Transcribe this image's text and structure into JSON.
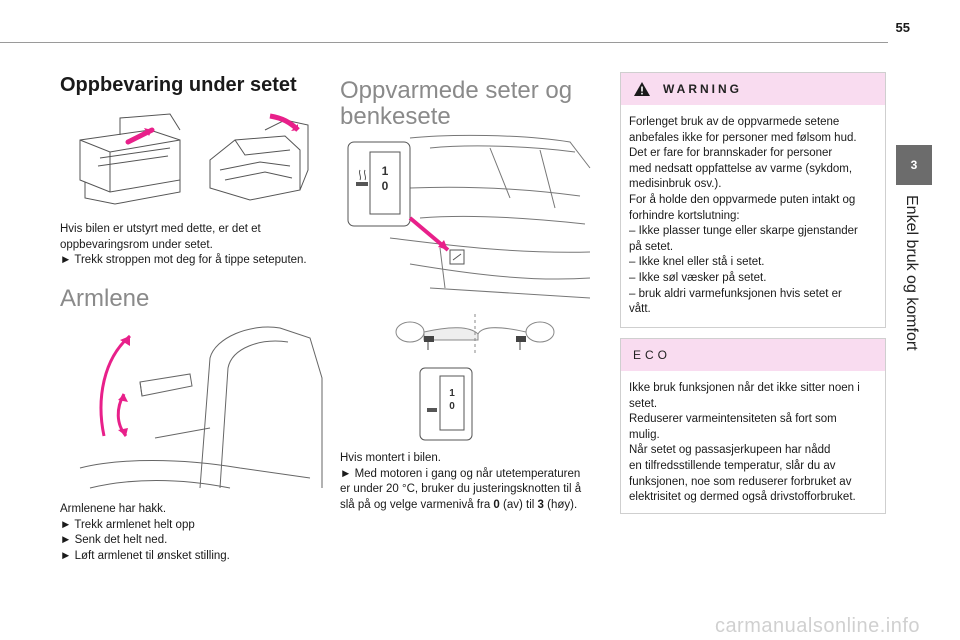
{
  "page_number": "55",
  "chapter": {
    "number": "3",
    "title": "Enkel bruk og komfort"
  },
  "storage": {
    "heading": "Oppbevaring under setet",
    "text": [
      "Hvis bilen er utstyrt med dette, er det et",
      "oppbevaringsrom under setet.",
      "► Trekk stroppen mot deg for å tippe seteputen."
    ]
  },
  "armrest": {
    "heading": "Armlene",
    "text": [
      "Armlenene har hakk.",
      "► Trekk armlenet helt opp",
      "► Senk det helt ned.",
      "► Løft armlenet til ønsket stilling."
    ]
  },
  "heated": {
    "heading_line1": "Oppvarmede seter og",
    "heading_line2": "benkesete",
    "knob_top": "1",
    "knob_bottom": "0",
    "text": [
      "Hvis montert i bilen.",
      "► Med motoren i gang og når utetemperaturen",
      "er under 20 °C, bruker du justeringsknotten til å"
    ],
    "last_line_pre": "slå på og velge varmenivå fra ",
    "level_off": "0",
    "last_line_mid": " (av) til ",
    "level_max": "3",
    "last_line_post": " (høy)."
  },
  "warning": {
    "title": "WARNING",
    "lines": [
      "Forlenget bruk av de oppvarmede setene",
      "anbefales ikke for personer med følsom hud.",
      "Det er fare for brannskader for personer",
      "med nedsatt oppfattelse av varme (sykdom,",
      "medisinbruk osv.).",
      "For å holde den oppvarmede puten intakt og",
      "forhindre kortslutning:",
      "–  Ikke plasser tunge eller skarpe gjenstander",
      "på setet.",
      "–  Ikke knel eller stå i setet.",
      "–  Ikke søl væsker på setet.",
      "–  bruk aldri varmefunksjonen hvis setet er",
      "vått."
    ]
  },
  "eco": {
    "title": "ECO",
    "lines": [
      "Ikke bruk funksjonen når det ikke sitter noen i",
      "setet.",
      "Reduserer varmeintensiteten så fort som",
      "mulig.",
      "Når setet og passasjerkupeen har nådd",
      "en tilfredsstillende temperatur, slår du av",
      "funksjonen, noe som reduserer forbruket av",
      "elektrisitet og dermed også drivstofforbruket."
    ]
  },
  "watermark": "carmanualsonline.info",
  "colors": {
    "accent": "#e8208a",
    "box_header": "#f9dcf0",
    "tab": "#6c6c6c"
  }
}
